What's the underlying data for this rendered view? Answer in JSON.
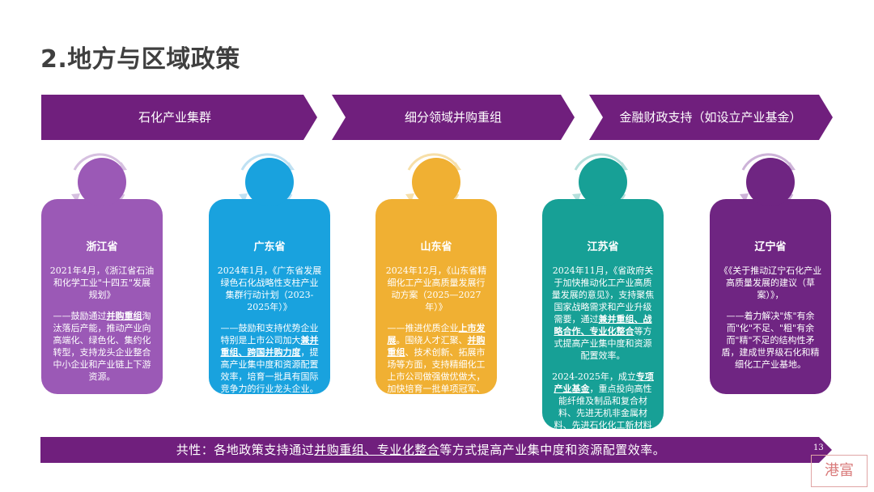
{
  "title": "2.地方与区域政策",
  "arrows": [
    {
      "label": "石化产业集群"
    },
    {
      "label": "细分领域并购重组"
    },
    {
      "label": "金融财政支持（如设立产业基金）"
    }
  ],
  "cards": [
    {
      "name": "浙江省",
      "p1": "2021年4月，《浙江省石油和化学工业\"十四五\"发展规划》",
      "p2_a": "——鼓励通过",
      "p2_u": "并购重组",
      "p2_b": "淘汰落后产能，推动产业向高端化、绿色化、集约化转型，支持龙头企业整合中小企业和产业链上下游资源。",
      "color": "#9b59b6"
    },
    {
      "name": "广东省",
      "p1": "2024年1月，《广东省发展绿色石化战略性支柱产业集群行动计划（2023-2025年）》",
      "p2_a": "——鼓励和支持优势企业特别是上市公司加大",
      "p2_u": "兼并重组、跨国并购力度",
      "p2_b": "，提高产业集中度和资源配置效率，培育一批具有国际竞争力的行业龙头企业。",
      "color": "#19a2de"
    },
    {
      "name": "山东省",
      "p1": "2024年12月，《山东省精细化工产业高质量发展行动方案（2025—2027年）》",
      "p2_a": "——推进优质企业",
      "p2_u": "上市发展",
      "p2_b": "。围绕人才汇聚、",
      "p2_u2": "并购重组",
      "p2_c": "、技术创新、拓展市场等方面，支持精细化工上市公司做强做优做大，加快培育一批单项冠军、专精特新、瞪羚企业和独角兽企业。",
      "color": "#f0b033"
    },
    {
      "name": "江苏省",
      "p1": "2024年11月，《省政府关于加快推动化工产业高质量发展的意见》，支持聚焦国家战略需求和产业升级需要，通过",
      "p1_u": "兼并重组、战略合作、专业化整合",
      "p1_b": "等方式提高产业集中度和资源配置效率。",
      "p2_a": "2024-2025年，成立",
      "p2_u": "专项产业基金",
      "p2_b": "，重点投向高性能纤维及制品和复合材料、先进无机非金属材料、先进石化化工新材料等领域。",
      "color": "#17a096"
    },
    {
      "name": "辽宁省",
      "p1": "《《关于推动辽宁石化产业高质量发展的建议（草案）》，",
      "p2_a": "——着力解决\"炼\"有余而\"化\"不足、\"粗\"有余而\"精\"不足的结构性矛盾，建成世界级石化和精细化工产业基地。",
      "color": "#6f2582"
    }
  ],
  "bottom": {
    "a": "共性：各地政策支持通过",
    "u": "并购重组、专业化整合",
    "b": "等方式提高产业集中度和资源配置效率。"
  },
  "page_number": "13",
  "logo_text": "港富"
}
